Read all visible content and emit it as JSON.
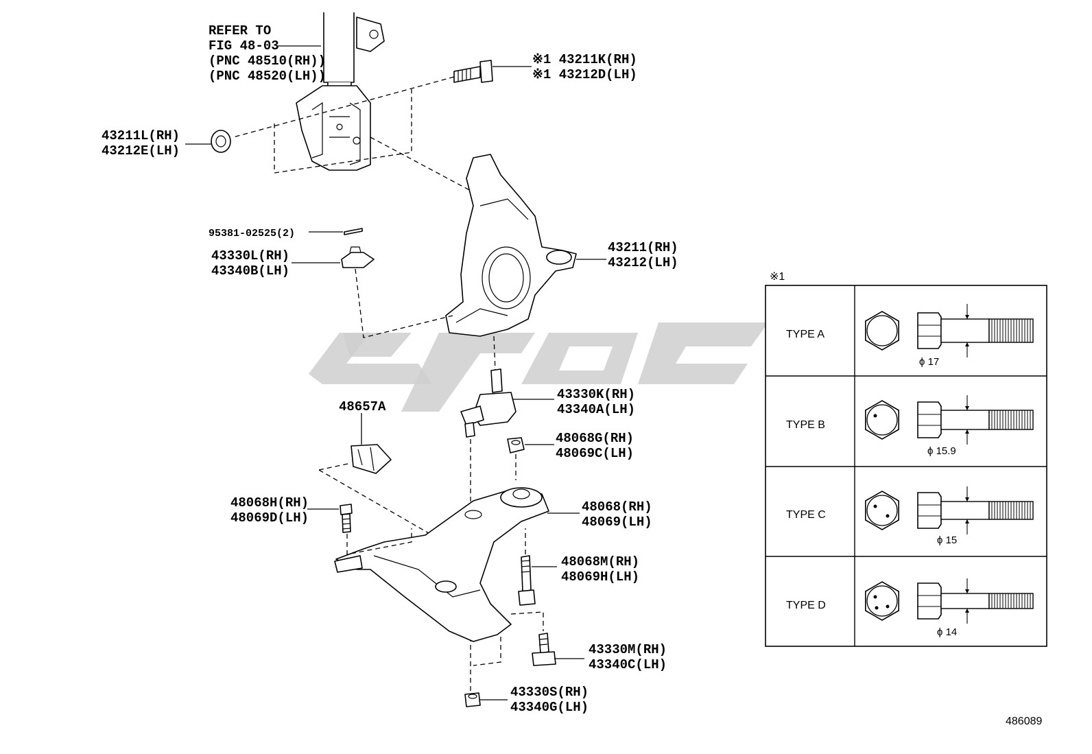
{
  "refer": {
    "line1": "REFER TO",
    "line2": "FIG 48-03",
    "line3": "(PNC 48510(RH))",
    "line4": "(PNC 48520(LH))"
  },
  "callouts": {
    "bolt_rh": "※1 43211K(RH)",
    "bolt_lh": "※1 43212D(LH)",
    "nut_rh": "43211L(RH)",
    "nut_lh": "43212E(LH)",
    "pin": "95381-02525(2)",
    "cover_rh": "43330L(RH)",
    "cover_lh": "43340B(LH)",
    "knuckle_rh": "43211(RH)",
    "knuckle_lh": "43212(LH)",
    "balljoint_rh": "43330K(RH)",
    "balljoint_lh": "43340A(LH)",
    "bracket": "48657A",
    "nutb_rh": "48068G(RH)",
    "nutb_lh": "48069C(LH)",
    "boltf_rh": "48068H(RH)",
    "boltf_lh": "48069D(LH)",
    "arm_rh": "48068(RH)",
    "arm_lh": "48069(LH)",
    "boltr_rh": "48068M(RH)",
    "boltr_lh": "48069H(LH)",
    "boltb_rh": "43330M(RH)",
    "boltb_lh": "43340C(LH)",
    "nutc_rh": "43330S(RH)",
    "nutc_lh": "43340G(LH)"
  },
  "table": {
    "note": "※1",
    "rows": [
      {
        "type": "TYPE A",
        "diameter": "ϕ 17"
      },
      {
        "type": "TYPE B",
        "diameter": "ϕ 15.9"
      },
      {
        "type": "TYPE C",
        "diameter": "ϕ 15"
      },
      {
        "type": "TYPE D",
        "diameter": "ϕ 14"
      }
    ]
  },
  "figure_number": "486089"
}
